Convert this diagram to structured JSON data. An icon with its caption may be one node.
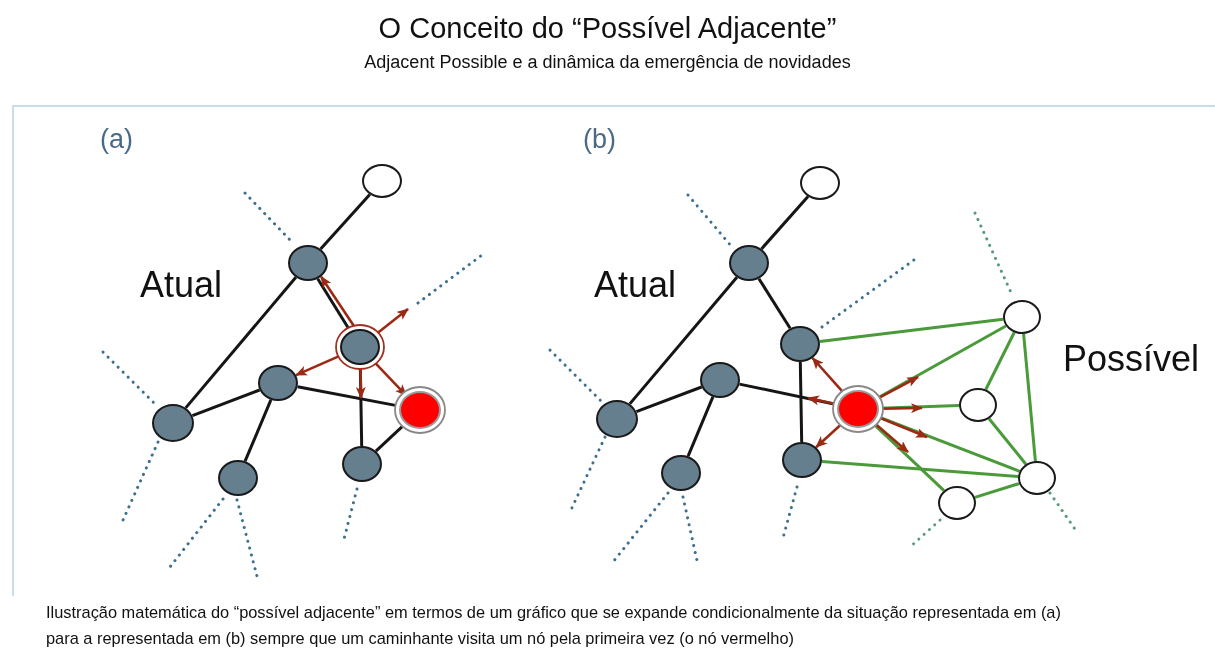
{
  "diagram": {
    "title": "O Conceito do “Possível Adjacente”",
    "caption": "Ilustração matemática do “possível adjacente” em termos de um gráfico que se expande condicionalmente da situação representada em (a) para a representada em (b) sempre que um caminhante visita um nó pela primeira vez (o nó vermelho)",
    "nodes": [
      {
        "text": [],
        "shape": "circle"
      },
      {
        "text": [],
        "shape": "circle"
      },
      {
        "text": [],
        "shape": "circle"
      },
      {
        "text": [],
        "shape": "circle"
      },
      {
        "text": [],
        "shape": "circle"
      },
      {
        "text": [],
        "shape": "circle"
      },
      {
        "text": [],
        "shape": "circle"
      },
      {
        "text": [],
        "shape": "circle"
      },
      {
        "text": [],
        "shape": "circle"
      },
      {
        "text": [],
        "shape": "circle"
      },
      {
        "text": [],
        "shape": "circle"
      },
      {
        "text": [],
        "shape": "circle"
      },
      {
        "text": [],
        "shape": "circle"
      },
      {
        "text": [],
        "shape": "circle"
      },
      {
        "text": [],
        "shape": "circle"
      },
      {
        "text": [],
        "shape": "circle"
      },
      {
        "text": [],
        "shape": "circle"
      },
      {
        "text": [],
        "shape": "circle"
      },
      {
        "text": [],
        "shape": "circle"
      },
      {
        "text": [],
        "shape": "circle"
      }
    ],
    "edges": [
      {
        "from": 0,
        "to": 1,
        "arrow": "none"
      },
      {
        "from": 1,
        "to": 5,
        "arrow": "none"
      },
      {
        "from": 1,
        "to": 2,
        "arrow": "none"
      },
      {
        "from": 3,
        "to": 5,
        "arrow": "none"
      },
      {
        "from": 3,
        "to": 6,
        "arrow": "none"
      },
      {
        "from": 3,
        "to": 4,
        "arrow": "none"
      },
      {
        "from": 2,
        "to": 7,
        "arrow": "none"
      },
      {
        "from": 7,
        "to": 4,
        "arrow": "none"
      },
      {
        "from": 2,
        "to": 1,
        "arrow": "to",
        "color": "#9b2a14"
      },
      {
        "from": 2,
        "to": null,
        "arrow": "to",
        "color": "#9b2a14"
      },
      {
        "from": 2,
        "to": 3,
        "arrow": "to",
        "color": "#9b2a14"
      },
      {
        "from": 2,
        "to": null,
        "arrow": "to",
        "color": "#9b2a14"
      },
      {
        "from": 2,
        "to": 4,
        "arrow": "to",
        "color": "#9b2a14"
      },
      {
        "from": 8,
        "to": 9,
        "arrow": "none"
      },
      {
        "from": 9,
        "to": 13,
        "arrow": "none"
      },
      {
        "from": 9,
        "to": 10,
        "arrow": "none"
      },
      {
        "from": 11,
        "to": 13,
        "arrow": "none"
      },
      {
        "from": 11,
        "to": 14,
        "arrow": "none"
      },
      {
        "from": 11,
        "to": 12,
        "arrow": "none"
      },
      {
        "from": 10,
        "to": 15,
        "arrow": "none"
      },
      {
        "from": 10,
        "to": 16,
        "arrow": "none",
        "color": "#4a9a3a"
      },
      {
        "from": 15,
        "to": 18,
        "arrow": "none",
        "color": "#4a9a3a"
      },
      {
        "from": 16,
        "to": 17,
        "arrow": "none",
        "color": "#4a9a3a"
      },
      {
        "from": 16,
        "to": 18,
        "arrow": "none",
        "color": "#4a9a3a"
      },
      {
        "from": 17,
        "to": 18,
        "arrow": "none",
        "color": "#4a9a3a"
      },
      {
        "from": 18,
        "to": 19,
        "arrow": "none",
        "color": "#4a9a3a"
      },
      {
        "from": 12,
        "to": 16,
        "arrow": "none",
        "color": "#4a9a3a"
      },
      {
        "from": 12,
        "to": 17,
        "arrow": "none",
        "color": "#4a9a3a"
      },
      {
        "from": 12,
        "to": 18,
        "arrow": "none",
        "color": "#4a9a3a"
      },
      {
        "from": 12,
        "to": 19,
        "arrow": "none",
        "color": "#4a9a3a"
      },
      {
        "from": 12,
        "to": 10,
        "arrow": "to",
        "color": "#9b2a14"
      },
      {
        "from": 12,
        "to": null,
        "arrow": "to",
        "color": "#9b2a14"
      },
      {
        "from": 12,
        "to": 15,
        "arrow": "to",
        "color": "#9b2a14"
      },
      {
        "from": 12,
        "to": null,
        "arrow": "to",
        "color": "#9b2a14"
      },
      {
        "from": 12,
        "to": null,
        "arrow": "to",
        "color": "#9b2a14"
      },
      {
        "from": 12,
        "to": null,
        "arrow": "to",
        "color": "#9b2a14"
      },
      {
        "from": 12,
        "to": null,
        "arrow": "to",
        "color": "#9b2a14"
      }
    ],
    "labels": [
      "Adjacent Possible e a dinâmica da emergência de novidades",
      "(a)",
      "(b)",
      "Atual",
      "Atual",
      "Possível"
    ]
  }
}
